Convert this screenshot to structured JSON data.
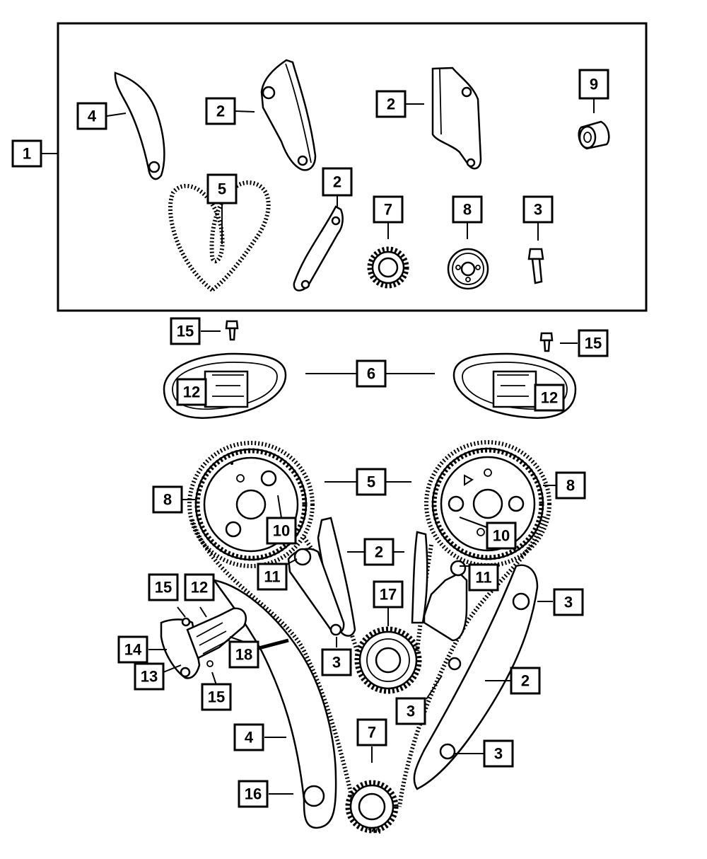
{
  "callouts": [
    {
      "id": "c1",
      "label": "1"
    },
    {
      "id": "c4a",
      "label": "4"
    },
    {
      "id": "c2a",
      "label": "2"
    },
    {
      "id": "c2b",
      "label": "2"
    },
    {
      "id": "c9",
      "label": "9"
    },
    {
      "id": "c5a",
      "label": "5"
    },
    {
      "id": "c2c",
      "label": "2"
    },
    {
      "id": "c7a",
      "label": "7"
    },
    {
      "id": "c8a",
      "label": "8"
    },
    {
      "id": "c3a",
      "label": "3"
    },
    {
      "id": "c15a",
      "label": "15"
    },
    {
      "id": "c15b",
      "label": "15"
    },
    {
      "id": "c6",
      "label": "6"
    },
    {
      "id": "c12a",
      "label": "12"
    },
    {
      "id": "c12b",
      "label": "12"
    },
    {
      "id": "c8b",
      "label": "8"
    },
    {
      "id": "c5b",
      "label": "5"
    },
    {
      "id": "c8c",
      "label": "8"
    },
    {
      "id": "c10a",
      "label": "10"
    },
    {
      "id": "c10b",
      "label": "10"
    },
    {
      "id": "c2d",
      "label": "2"
    },
    {
      "id": "c11a",
      "label": "11"
    },
    {
      "id": "c11b",
      "label": "11"
    },
    {
      "id": "c15c",
      "label": "15"
    },
    {
      "id": "c12c",
      "label": "12"
    },
    {
      "id": "c17",
      "label": "17"
    },
    {
      "id": "c3b",
      "label": "3"
    },
    {
      "id": "c14",
      "label": "14"
    },
    {
      "id": "c18",
      "label": "18"
    },
    {
      "id": "c3c",
      "label": "3"
    },
    {
      "id": "c13",
      "label": "13"
    },
    {
      "id": "c15d",
      "label": "15"
    },
    {
      "id": "c2e",
      "label": "2"
    },
    {
      "id": "c3d",
      "label": "3"
    },
    {
      "id": "c4b",
      "label": "4"
    },
    {
      "id": "c7b",
      "label": "7"
    },
    {
      "id": "c3e",
      "label": "3"
    },
    {
      "id": "c16",
      "label": "16"
    }
  ]
}
